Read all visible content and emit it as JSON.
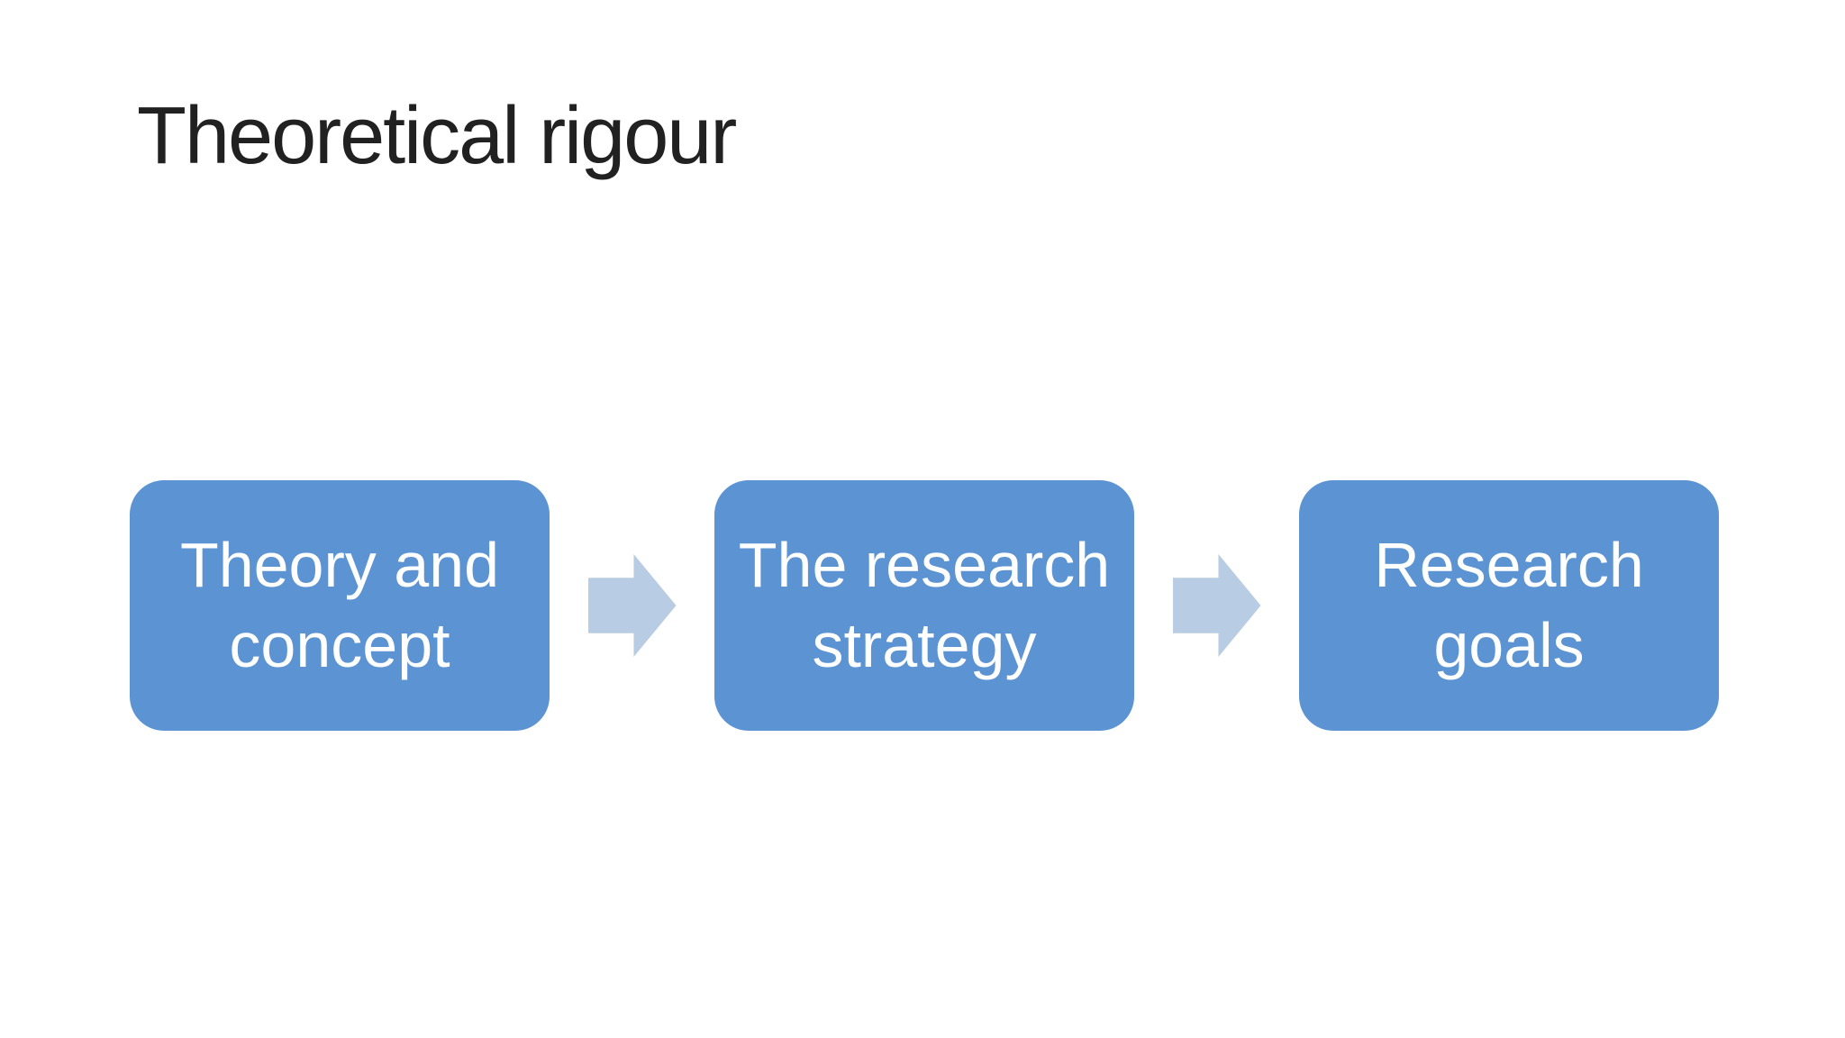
{
  "slide": {
    "title": "Theoretical rigour",
    "colors": {
      "background": "#ffffff",
      "title_text": "#212121",
      "box_fill": "#5B93D3",
      "box_text": "#ffffff",
      "arrow_fill": "#B8CCE4"
    },
    "diagram": {
      "type": "process-flow",
      "steps": [
        {
          "label": "Theory and concept",
          "lines": [
            "Theory and",
            "concept"
          ]
        },
        {
          "label": "The research strategy",
          "lines": [
            "The research",
            "strategy"
          ]
        },
        {
          "label": "Research goals",
          "lines": [
            "Research",
            "goals"
          ]
        }
      ],
      "connector": "right-block-arrow"
    }
  }
}
